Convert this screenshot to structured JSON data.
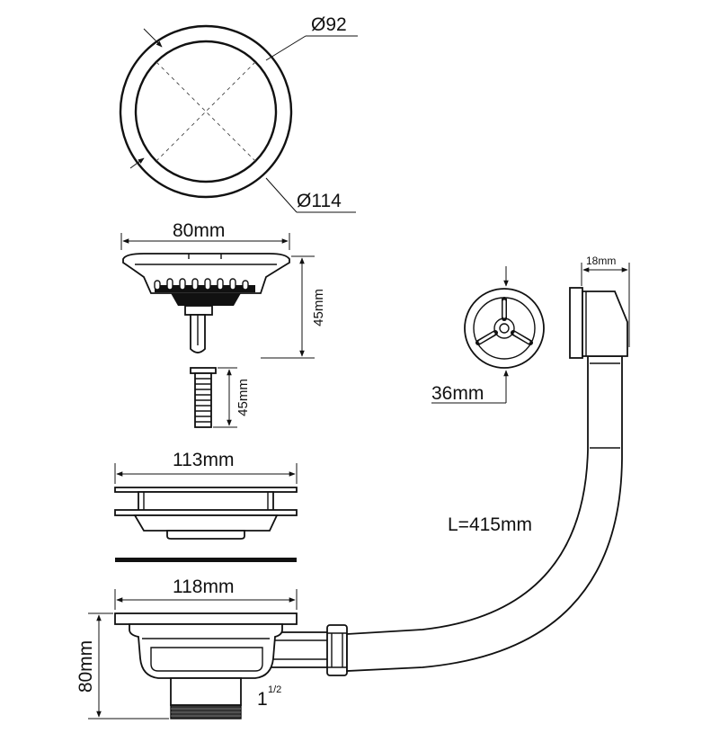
{
  "diagram": {
    "labels": {
      "inner_diameter": "Ø92",
      "outer_diameter": "Ø114",
      "basket_width": "80mm",
      "basket_height": "45mm",
      "screw_length": "45mm",
      "flange_width": "113mm",
      "body_width": "118mm",
      "body_height": "80mm",
      "thread_size_main": "1",
      "thread_size_sup": "1/2",
      "knob_diameter": "36mm",
      "overflow_depth": "18mm",
      "hose_length": "L=415mm"
    },
    "colors": {
      "line": "#111111",
      "background": "#ffffff"
    }
  }
}
